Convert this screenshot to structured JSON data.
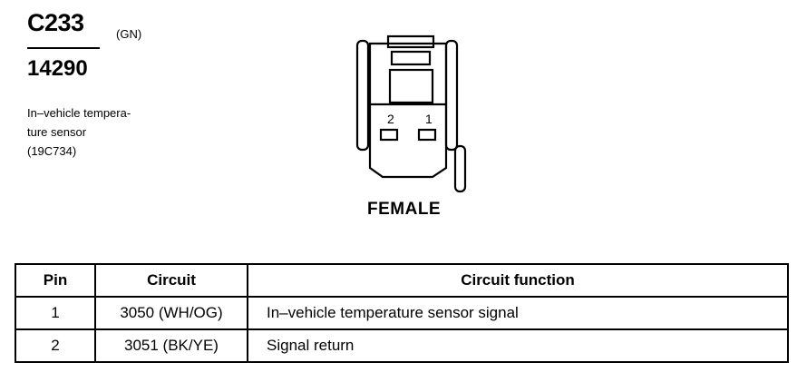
{
  "connector": {
    "id": "C233",
    "color_code": "(GN)",
    "part_number": "14290",
    "description_lines": [
      "In–vehicle tempera-",
      "ture sensor",
      "(19C734)"
    ]
  },
  "diagram": {
    "pin_labels": [
      "2",
      "1"
    ],
    "view_label": "FEMALE"
  },
  "table": {
    "headers": [
      "Pin",
      "Circuit",
      "Circuit function"
    ],
    "rows": [
      {
        "pin": "1",
        "circuit": "3050 (WH/OG)",
        "function": "In–vehicle temperature sensor  signal"
      },
      {
        "pin": "2",
        "circuit": "3051 (BK/YE)",
        "function": "Signal return"
      }
    ]
  }
}
